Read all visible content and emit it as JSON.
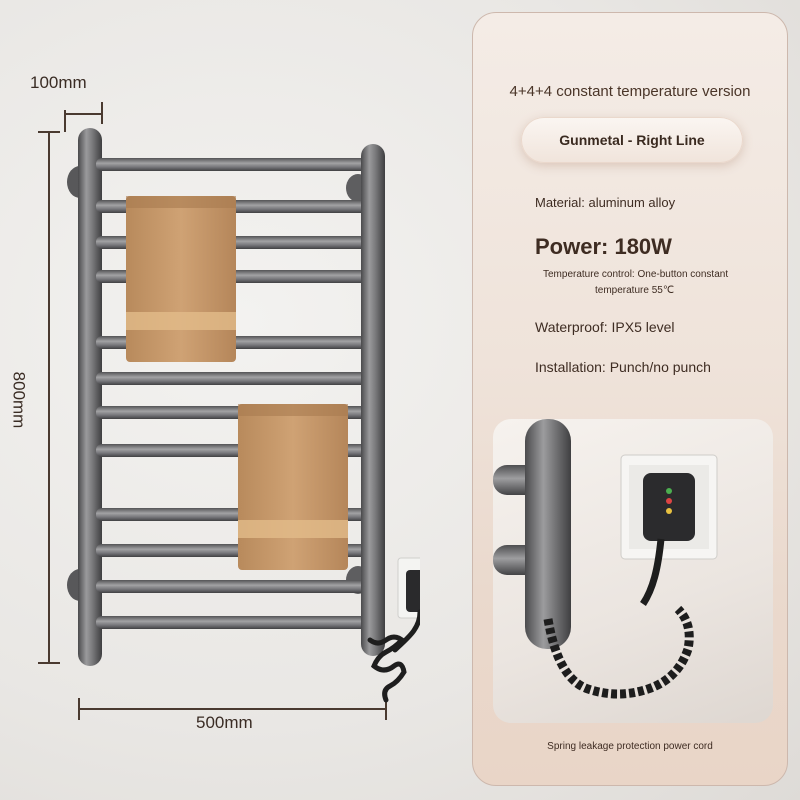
{
  "dimensions": {
    "depth": "100mm",
    "height": "800mm",
    "width": "500mm"
  },
  "panel": {
    "title": "4+4+4 constant temperature version",
    "variant": "Gunmetal - Right Line",
    "specs": {
      "material": "Material: aluminum alloy",
      "power": "Power: 180W",
      "temp_control_line1": "Temperature control: One-button constant",
      "temp_control_line2": "temperature 55℃",
      "waterproof": "Waterproof: IPX5 level",
      "installation": "Installation: Punch/no punch"
    },
    "caption": "Spring leakage protection power cord"
  },
  "colors": {
    "rail": "#6f6f71",
    "towel": "#c49a6c",
    "panel_border": "#cdb8ad"
  }
}
